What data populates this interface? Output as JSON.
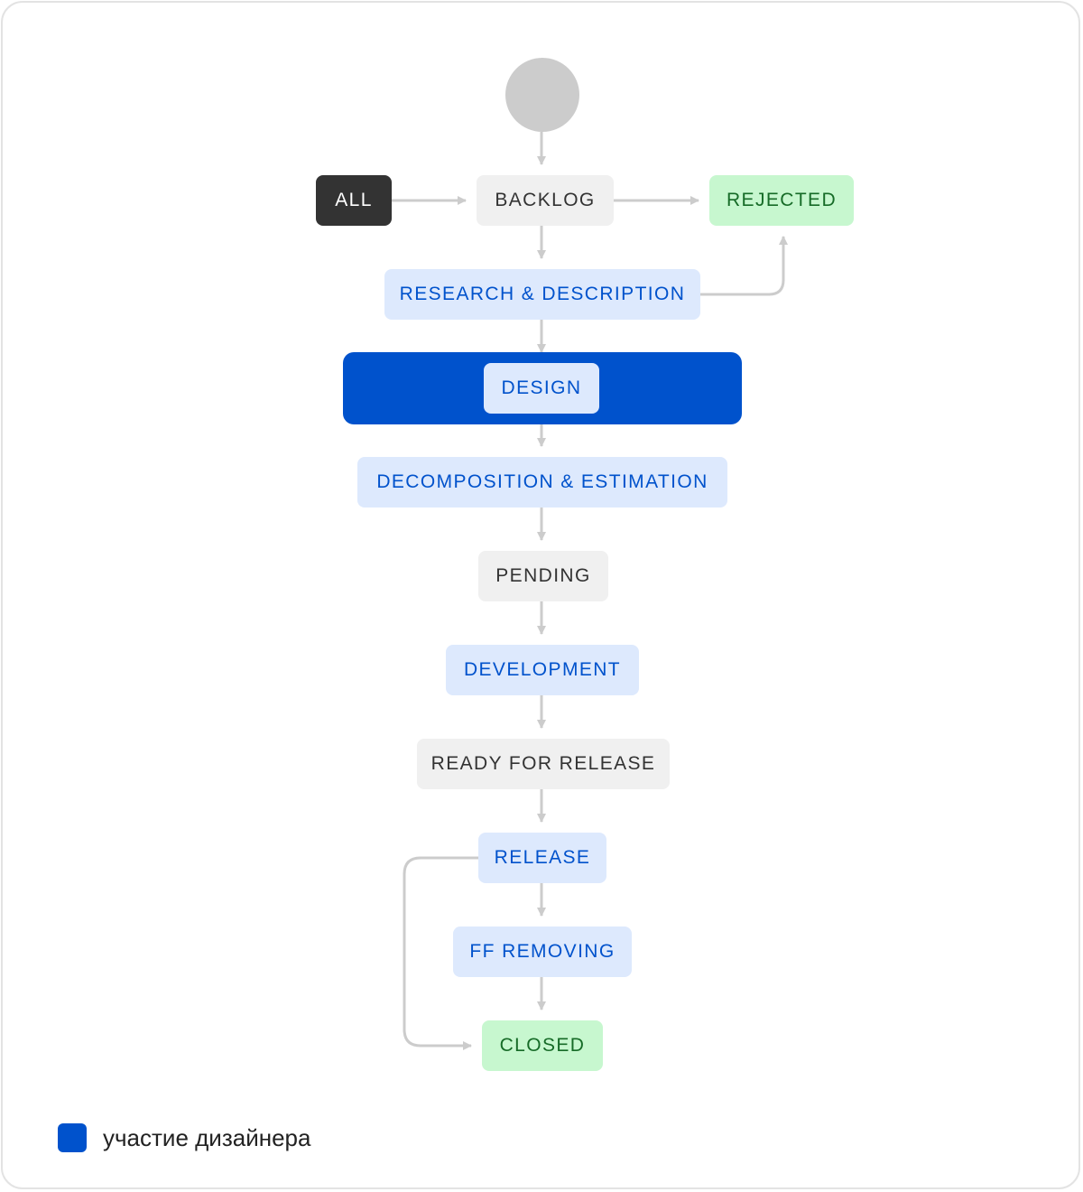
{
  "colors": {
    "status_gray": "#f0f0f0",
    "status_blue": "#dde9fd",
    "status_blue_text": "#0052cc",
    "status_green": "#c7f7cf",
    "status_green_text": "#166b27",
    "status_all": "#333333",
    "designer_highlight": "#0052cc",
    "start_node": "#cccccc",
    "arrow": "#cccccc"
  },
  "nodes": {
    "all": "ALL",
    "backlog": "BACKLOG",
    "rejected": "REJECTED",
    "research": "RESEARCH & DESCRIPTION",
    "design": "DESIGN",
    "decomposition": "DECOMPOSITION & ESTIMATION",
    "pending": "PENDING",
    "development": "DEVELOPMENT",
    "ready": "READY FOR RELEASE",
    "release": "RELEASE",
    "ff_removing": "FF REMOVING",
    "closed": "CLOSED"
  },
  "legend": {
    "label": "участие дизайнера"
  }
}
